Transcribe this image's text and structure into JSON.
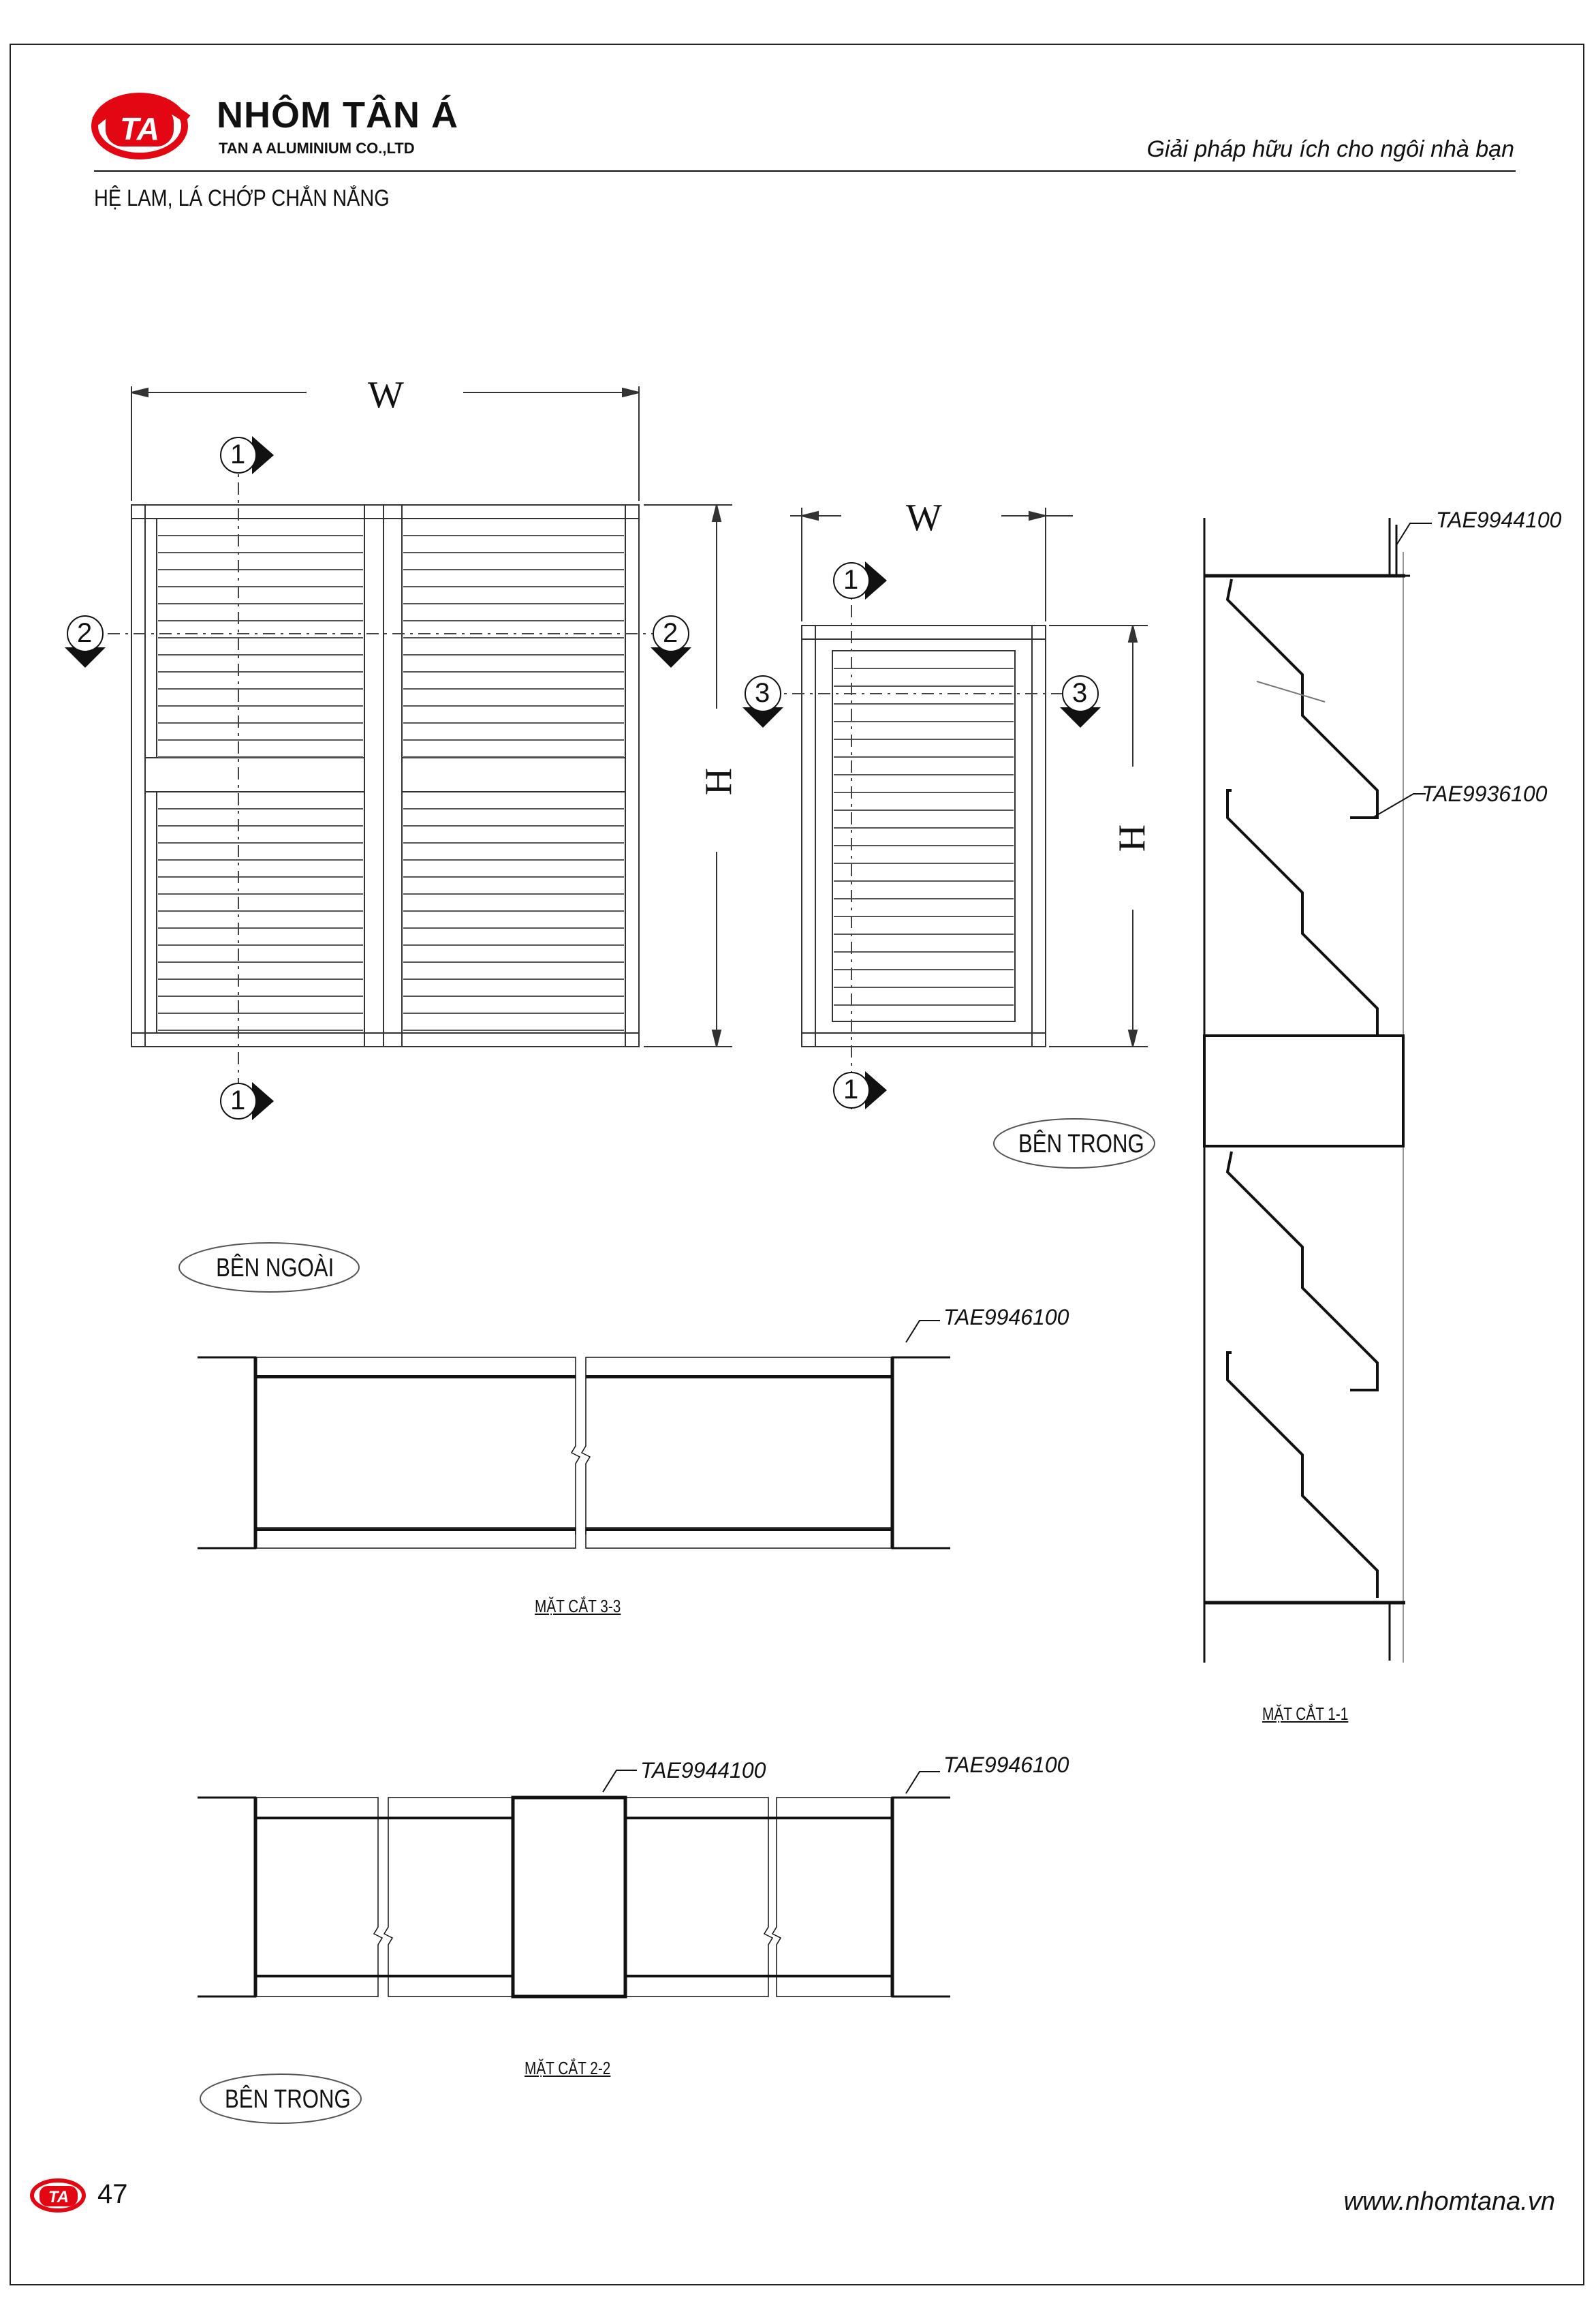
{
  "header": {
    "brand_name": "NHÔM TÂN Á",
    "brand_sub": "TAN A ALUMINIUM CO.,LTD",
    "slogan": "Giải pháp hữu ích cho ngôi nhà bạn",
    "doc_title": "HỆ LAM, LÁ CHỚP CHẮN NẮNG",
    "logo_letters": "TA"
  },
  "footer": {
    "page_number": "47",
    "website": "www.nhomtana.vn"
  },
  "dimensions": {
    "width_label": "W",
    "height_label": "H"
  },
  "section_markers": {
    "one": "1",
    "two": "2",
    "three": "3"
  },
  "labels": {
    "outside": "BÊN NGOÀI",
    "inside_top": "BÊN TRONG",
    "inside_bottom": "BÊN TRONG"
  },
  "callouts": {
    "tae9944100_a": "TAE9944100",
    "tae9936100": "TAE9936100",
    "tae9946100_a": "TAE9946100",
    "tae9944100_b": "TAE9944100",
    "tae9946100_b": "TAE9946100"
  },
  "captions": {
    "section_33": "MẶT CẮT 3-3",
    "section_11": "MẶT CẮT 1-1",
    "section_22": "MẶT CẮT 2-2"
  },
  "colors": {
    "logo_red": "#e30613",
    "line": "#111111"
  }
}
